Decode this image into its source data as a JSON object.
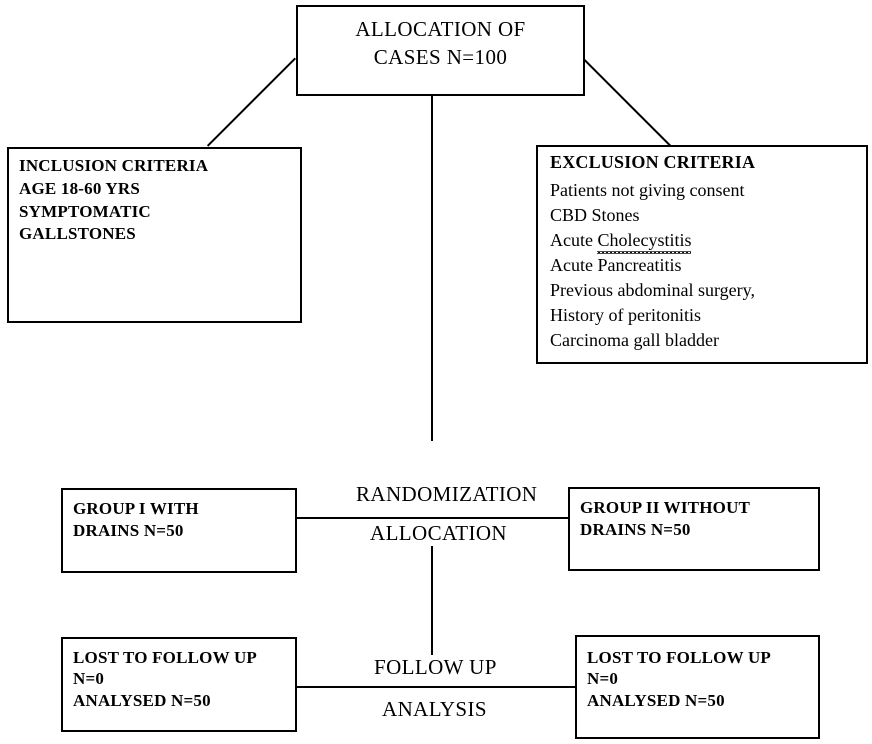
{
  "diagram": {
    "title": "CONSORT-style trial allocation flowchart",
    "colors": {
      "background": "#ffffff",
      "stroke": "#000000",
      "text": "#000000",
      "spellcheck_underline": "#111111"
    },
    "nodes": {
      "allocation": {
        "label": "ALLOCATION OF\nCASES N=100"
      },
      "inclusion": {
        "label": "INCLUSION CRITERIA\nAGE 18-60 YRS\nSYMPTOMATIC\nGALLSTONES"
      },
      "exclusion": {
        "title": "EXCLUSION CRITERIA",
        "items": [
          "Patients not giving consent",
          "CBD Stones",
          "Acute Cholecystitis",
          "Acute Pancreatitis",
          "Previous abdominal surgery,",
          "History of peritonitis",
          "Carcinoma gall bladder"
        ],
        "misspelled_word": "Cholecystitis"
      },
      "group1": {
        "label": "GROUP I WITH\nDRAINS N=50"
      },
      "group2": {
        "label": "GROUP II WITHOUT\nDRAINS N=50"
      },
      "lost_left": {
        "label": "LOST TO FOLLOW UP\nN=0\nANALYSED N=50"
      },
      "lost_right": {
        "label": "LOST TO FOLLOW UP\nN=0\nANALYSED N=50"
      }
    },
    "stage_labels": {
      "randomization": "RANDOMIZATION",
      "allocation": "ALLOCATION",
      "followup": "FOLLOW UP",
      "analysis": "ANALYSIS"
    }
  }
}
